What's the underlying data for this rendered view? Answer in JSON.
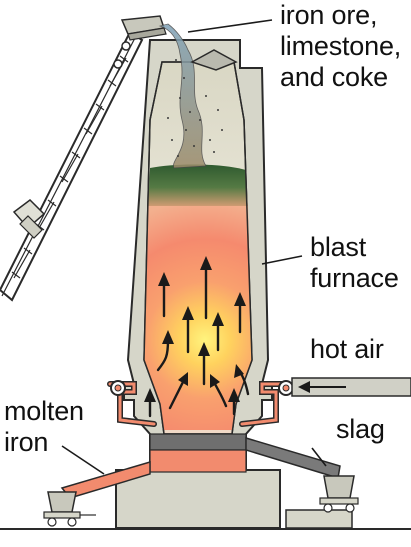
{
  "labels": {
    "ore_lines": [
      "iron ore,",
      "limestone,",
      "and coke"
    ],
    "blast_furnace_lines": [
      "blast",
      "furnace"
    ],
    "hot_air": "hot air",
    "molten_iron_lines": [
      "molten",
      "iron"
    ],
    "slag": "slag"
  },
  "colors": {
    "furnace_shell": "#d6d6c9",
    "outline": "#2a2a2a",
    "charge_layer": "#3e6b3a",
    "hot_core": "#fff27a",
    "heat_mid": "#f7946a",
    "molten_iron": "#f28b6e",
    "slag_band": "#6f6f6f",
    "slag_trough": "#7a7a7a",
    "hot_air_pipe": "#d0d0c6"
  },
  "icons": [
    "skip-hoist",
    "ore-bucket",
    "updraft-arrows",
    "hot-air-arrow",
    "ladle-cars"
  ]
}
